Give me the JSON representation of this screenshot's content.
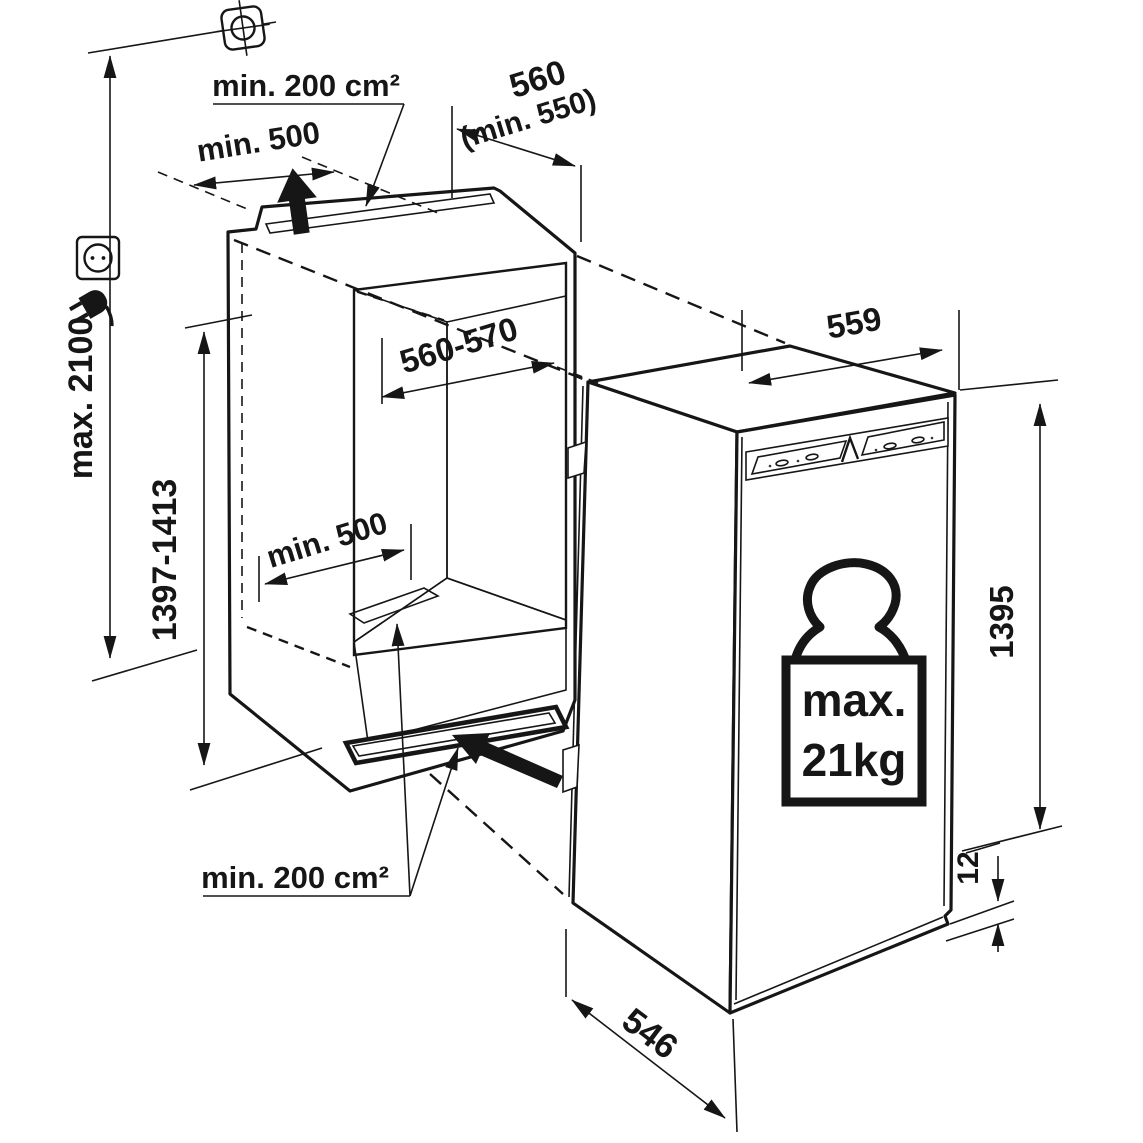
{
  "diagram": {
    "title": "built-in refrigerator installation dimensions",
    "labels": {
      "top_vent_area": "min. 200 cm²",
      "top_clearance": "min. 500",
      "niche_depth": "560",
      "niche_depth_min": "(min. 550)",
      "max_height": "max. 2100",
      "niche_height": "1397-1413",
      "niche_width": "560-570",
      "base_vent_width": "min. 500",
      "base_vent_area": "min. 200 cm²",
      "appliance_width": "559",
      "appliance_height": "1395",
      "bottom_gap": "12",
      "appliance_depth": "546",
      "door_weight_line1": "max.",
      "door_weight_line2": "21kg"
    },
    "icons": {
      "fixing_point": "ceiling-fixing-point-icon",
      "socket": "power-socket-icon",
      "plug": "power-plug-icon",
      "weight": "max-door-weight-icon",
      "airflow_top": "airflow-up-arrow-icon",
      "airflow_bottom": "airflow-in-arrow-icon"
    },
    "colors": {
      "line": "#161616",
      "niche_side_wall": "#a8a8a8",
      "niche_back_wall": "#d7d7d7",
      "niche_floor": "#c7c7c7",
      "vent_fill": "#ececec",
      "grille_fill": "#c9c9c9",
      "background": "#ffffff"
    }
  }
}
